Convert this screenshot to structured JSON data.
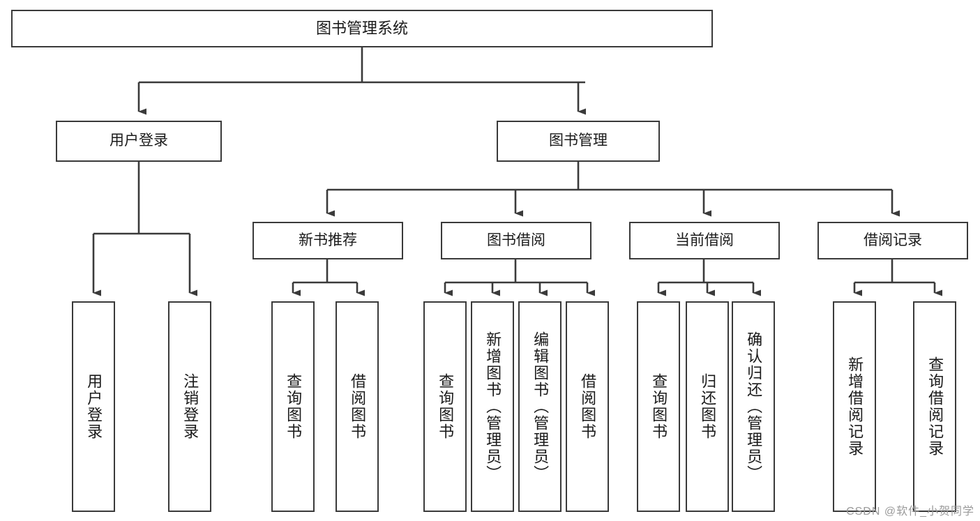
{
  "diagram": {
    "type": "tree-hierarchy",
    "title": "图书管理系统",
    "watermark": "CSDN @软件_小贺同学",
    "colors": {
      "box_stroke": "#3a3a3a",
      "box_fill": "#ffffff",
      "edge": "#3a3a3a",
      "text": "#1a1a1a",
      "watermark": "#9a9a9a",
      "background": "#ffffff"
    },
    "root": {
      "id": "root",
      "label": "图书管理系统"
    },
    "level1": [
      {
        "id": "n-user-login",
        "label": "用户登录"
      },
      {
        "id": "n-book-manage",
        "label": "图书管理"
      }
    ],
    "level2": [
      {
        "id": "n-new-book-rec",
        "label": "新书推荐"
      },
      {
        "id": "n-book-borrow",
        "label": "图书借阅"
      },
      {
        "id": "n-current-borrow",
        "label": "当前借阅"
      },
      {
        "id": "n-borrow-record",
        "label": "借阅记录"
      }
    ],
    "leaves": {
      "user_login": [
        {
          "id": "leaf-user-login",
          "label": "用户登录"
        },
        {
          "id": "leaf-logout-login",
          "label": "注销登录"
        }
      ],
      "new_book_rec": [
        {
          "id": "leaf-query-book-1",
          "label": "查询图书"
        },
        {
          "id": "leaf-borrow-book-1",
          "label": "借阅图书"
        }
      ],
      "book_borrow": [
        {
          "id": "leaf-query-book-2",
          "label": "查询图书"
        },
        {
          "id": "leaf-add-book",
          "label": "新增图书（管理员）"
        },
        {
          "id": "leaf-edit-book",
          "label": "编辑图书（管理员）"
        },
        {
          "id": "leaf-borrow-book-2",
          "label": "借阅图书"
        }
      ],
      "current_borrow": [
        {
          "id": "leaf-query-book-3",
          "label": "查询图书"
        },
        {
          "id": "leaf-return-book",
          "label": "归还图书"
        },
        {
          "id": "leaf-confirm-return",
          "label": "确认归还（管理员）"
        }
      ],
      "borrow_record": [
        {
          "id": "leaf-add-record",
          "label": "新增借阅记录"
        },
        {
          "id": "leaf-query-record",
          "label": "查询借阅记录"
        }
      ]
    }
  }
}
